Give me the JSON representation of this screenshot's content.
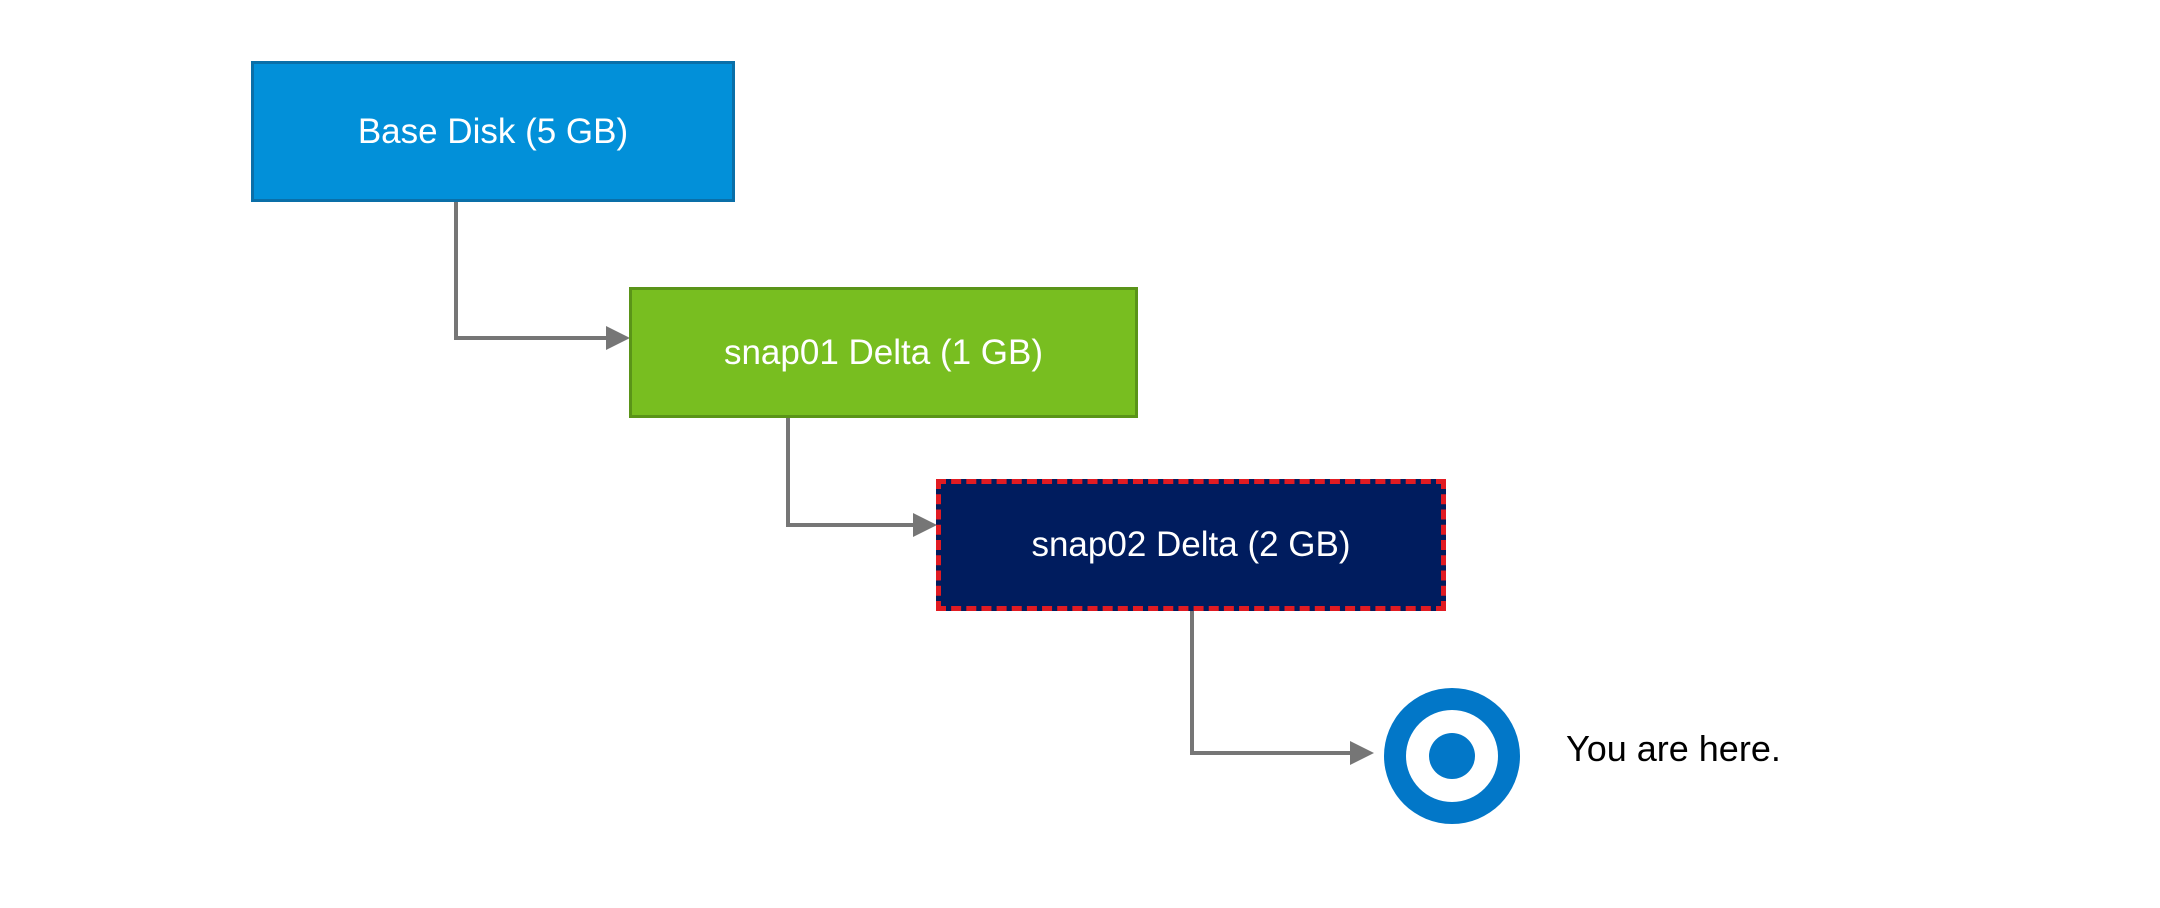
{
  "nodes": [
    {
      "label": "Base Disk (5 GB)",
      "color": "#0290d9"
    },
    {
      "label": "snap01 Delta (1 GB)",
      "color": "#78be20"
    },
    {
      "label": "snap02 Delta (2 GB)",
      "color": "#001c5e",
      "highlight": "#e11b22"
    }
  ],
  "marker": {
    "label": "You are here.",
    "color": "#0277c8"
  },
  "connector_color": "#767676"
}
